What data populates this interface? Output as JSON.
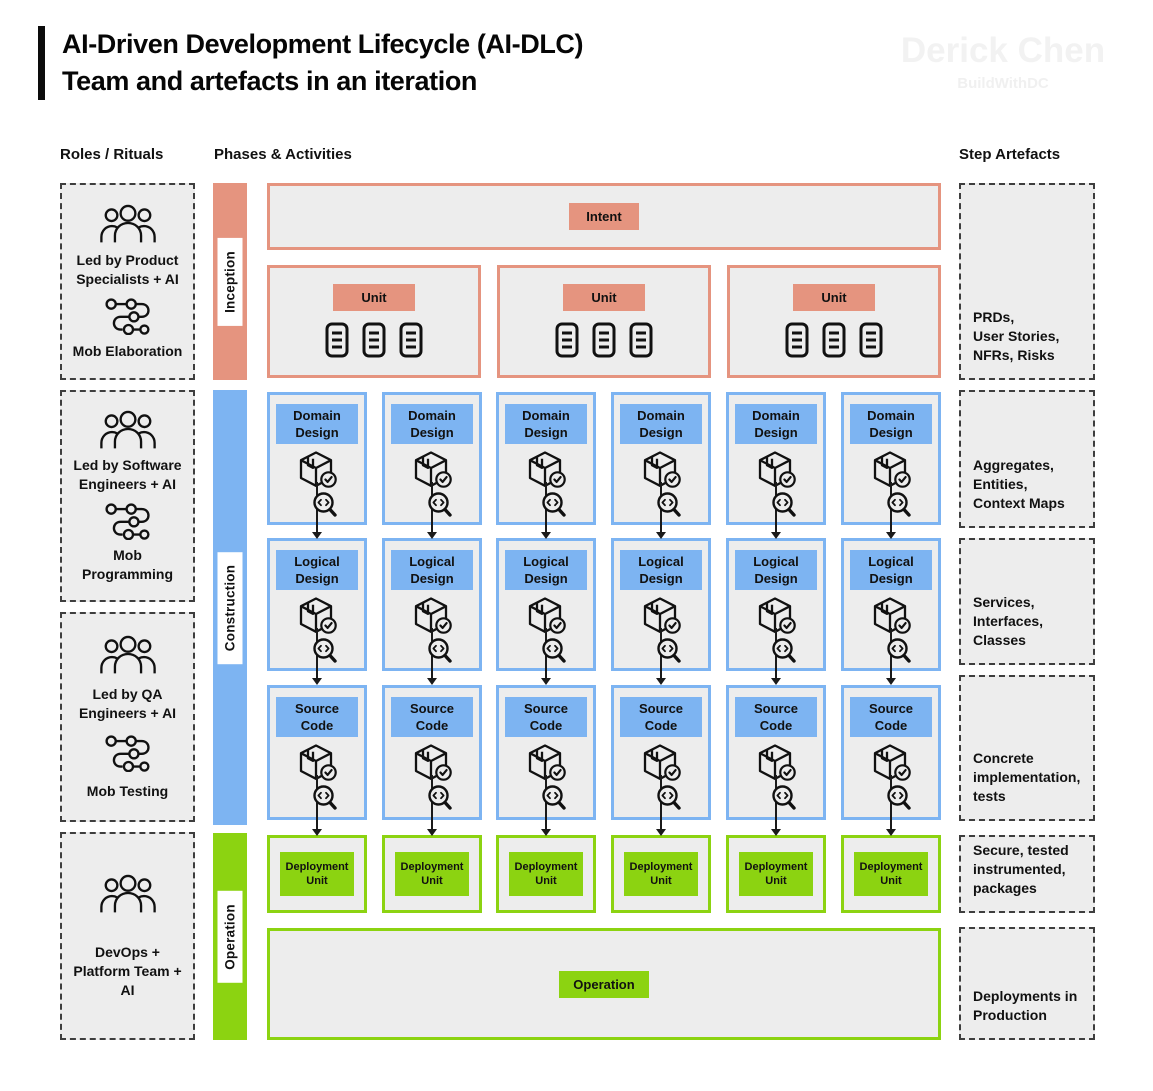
{
  "title": {
    "line1": "AI-Driven Development Lifecycle (AI-DLC)",
    "line2": "Team and artefacts in an iteration"
  },
  "watermark": {
    "name": "Derick Chen",
    "handle": "BuildWithDC"
  },
  "column_headers": {
    "roles": "Roles / Rituals",
    "phases": "Phases & Activities",
    "artefacts": "Step Artefacts"
  },
  "roles": [
    {
      "team": "Led by Product\nSpecialists + AI",
      "ritual": "Mob Elaboration"
    },
    {
      "team": "Led by Software\nEngineers + AI",
      "ritual": "Mob\nProgramming"
    },
    {
      "team": "Led by QA\nEngineers + AI",
      "ritual": "Mob Testing"
    },
    {
      "team": "DevOps +\nPlatform Team +\nAI",
      "ritual": null
    }
  ],
  "phases": [
    {
      "name": "Inception",
      "color": "#E5947F"
    },
    {
      "name": "Construction",
      "color": "#7DB4F2"
    },
    {
      "name": "Operation",
      "color": "#8CD311"
    }
  ],
  "inception": {
    "intent_label": "Intent",
    "unit_label": "Unit",
    "unit_count": 3,
    "docs_per_unit": 3
  },
  "construction": {
    "columns": 6,
    "rows": [
      "Domain\nDesign",
      "Logical\nDesign",
      "Source\nCode"
    ]
  },
  "operation": {
    "deployment_label": "Deployment\nUnit",
    "deployment_count": 6,
    "operation_label": "Operation"
  },
  "artefacts": [
    "PRDs,\nUser Stories,\nNFRs, Risks",
    "Aggregates,\nEntities,\nContext Maps",
    "Services,\nInterfaces,\nClasses",
    "Concrete\nimplementation,\ntests",
    "Secure, tested\ninstrumented,\npackages",
    "Deployments in\nProduction"
  ]
}
